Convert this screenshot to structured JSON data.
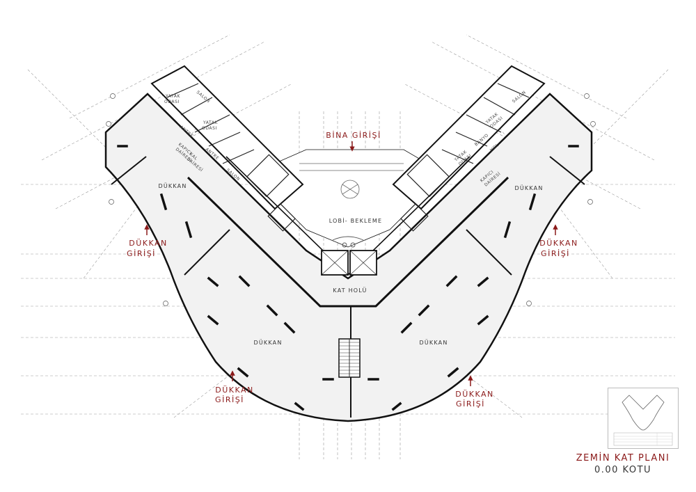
{
  "title": {
    "line1": "ZEMİN KAT PLANI",
    "line2": "0.00 KOTU"
  },
  "entrances": {
    "building": "BİNA GİRİŞİ",
    "shop_left": [
      "DÜKKAN",
      "GİRİŞİ"
    ],
    "shop_right": [
      "DÜKKAN",
      "GİRİŞİ"
    ],
    "shop_bottom_left": [
      "DÜKKAN",
      "GİRİŞİ"
    ],
    "shop_bottom_right": [
      "DÜKKAN",
      "GİRİŞİ"
    ]
  },
  "rooms": {
    "lobby": "LOBİ- BEKLEME",
    "floor_hall": "KAT HOLÜ",
    "shop_upper_left": "DÜKKAN",
    "shop_upper_right": "DÜKKAN",
    "shop_lower_left": "DÜKKAN",
    "shop_lower_right": "DÜKKAN",
    "left_salon_top": "SALON",
    "left_salon_bottom": "SALON",
    "left_bedroom_1": [
      "YATAK",
      "ODASI"
    ],
    "left_bedroom_2": [
      "YATAK",
      "ODASI"
    ],
    "left_antre_1": "ANTRE",
    "left_antre_2": "ANTRE",
    "left_janitor": [
      "KAPICI",
      "DAİRESİ"
    ],
    "left_kal": [
      "KAL",
      "DAİRESİ"
    ],
    "right_salon": "SALON",
    "right_bedroom_1": [
      "YATAK",
      "ODASI"
    ],
    "right_bedroom_2": [
      "YATAK",
      "ODASI"
    ],
    "right_bath": "BANYO",
    "right_hall": "HOL",
    "right_janitor": [
      "KAPICI",
      "DAİRESİ"
    ]
  },
  "colors": {
    "accent": "#8b1a1a",
    "wall": "#111111",
    "floor": "#f2f2f2",
    "grid": "#9a9a9a"
  },
  "icons": {
    "entry_arrow": "arrow-icon"
  }
}
